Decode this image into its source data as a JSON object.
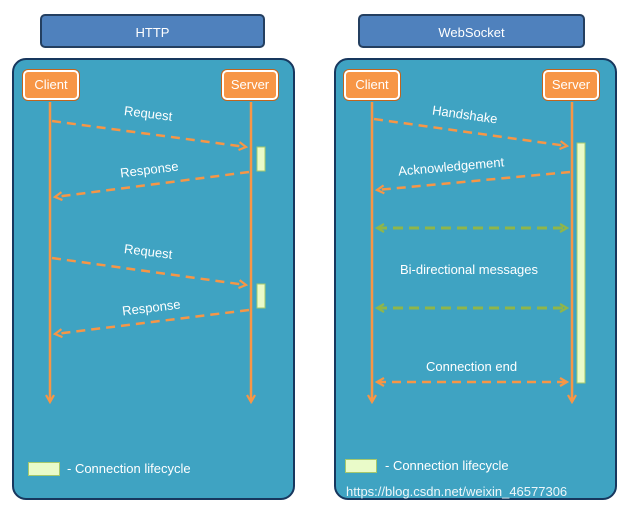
{
  "http": {
    "title": "HTTP",
    "client_label": "Client",
    "server_label": "Server",
    "messages": [
      "Request",
      "Response",
      "Request",
      "Response"
    ],
    "legend": "- Connection lifecycle"
  },
  "websocket": {
    "title": "WebSocket",
    "client_label": "Client",
    "server_label": "Server",
    "messages": [
      "Handshake",
      "Acknowledgement",
      "Bi-directional messages",
      "Connection end"
    ],
    "legend": "- Connection lifecycle"
  },
  "watermark": "https://blog.csdn.net/weixin_46577306",
  "colors": {
    "panel": "#3fa3c2",
    "title_box": "#4f81bd",
    "node": "#f79646",
    "request_arrow": "#f79646",
    "bidirectional_arrow": "#8fb64a",
    "lifecycle_bar": "#eafbc9"
  }
}
